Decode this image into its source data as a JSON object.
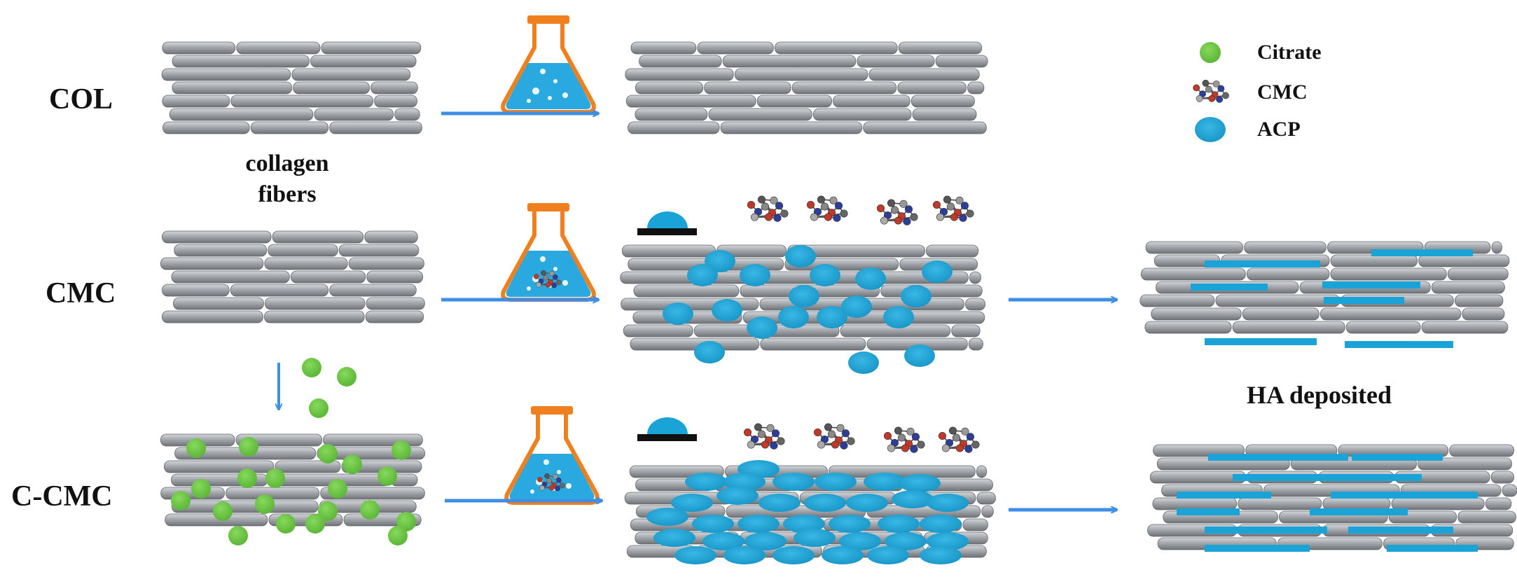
{
  "rows": [
    {
      "id": "col",
      "label": "COL"
    },
    {
      "id": "cmc",
      "label": "CMC"
    },
    {
      "id": "ccmc",
      "label": "C-CMC"
    }
  ],
  "fiber_caption": {
    "line1": "collagen",
    "line2": "fibers"
  },
  "legend": [
    {
      "key": "citrate",
      "label": "Citrate",
      "icon": "green-dot-icon",
      "color": "#6cc644"
    },
    {
      "key": "cmc",
      "label": "CMC",
      "icon": "molecule-icon"
    },
    {
      "key": "acp",
      "label": "ACP",
      "icon": "blue-ellipse-icon",
      "color": "#1aa3d6"
    }
  ],
  "result_label": "HA deposited",
  "colors": {
    "fiber": "#9a9ea3",
    "fiber_light": "#c9cdd1",
    "fiber_dark": "#6b6f74",
    "arrow": "#3f8ee6",
    "flask_outline": "#f07f1e",
    "liquid": "#29a9e0",
    "citrate": "#6cc644",
    "acp": "#1aa3d6",
    "ha": "#1aa3d6"
  }
}
